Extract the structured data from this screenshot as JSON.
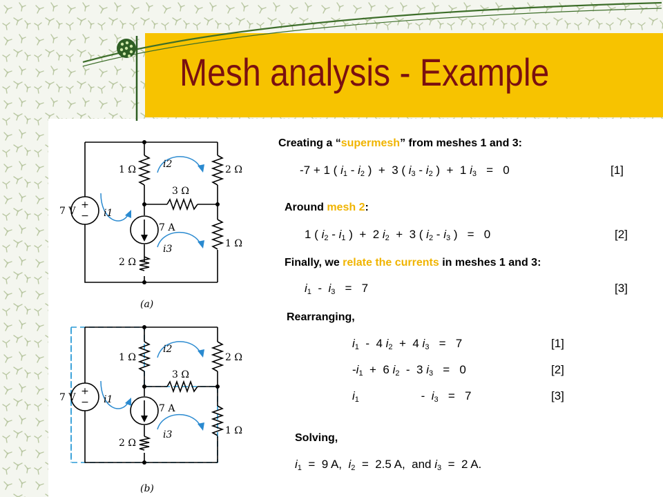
{
  "title": "Mesh analysis - Example",
  "colors": {
    "title_band": "#f7c300",
    "title_text": "#7a1010",
    "highlight": "#f0b400",
    "supermesh_dash": "#2a9ad6",
    "arrow": "#2a8ad0"
  },
  "circuits": {
    "a": {
      "caption": "(a)",
      "source": "7 V",
      "current_source": "7 A",
      "r_top_left": "1 Ω",
      "r_top_right": "2 Ω",
      "r_middle": "3 Ω",
      "r_bottom_left": "2 Ω",
      "r_bottom_right": "1 Ω",
      "mesh1": "i1",
      "mesh2": "i2",
      "mesh3": "i3"
    },
    "b": {
      "caption": "(b)",
      "source": "7 V",
      "current_source": "7 A",
      "r_top_left": "1 Ω",
      "r_top_right": "2 Ω",
      "r_middle": "3 Ω",
      "r_bottom_left": "2 Ω",
      "r_bottom_right": "1 Ω",
      "mesh1": "i1",
      "mesh2": "i2",
      "mesh3": "i3"
    }
  },
  "sections": {
    "supermesh_heading": {
      "prefix": "Creating a “",
      "highlight": "supermesh",
      "suffix": "” from  meshes 1 and 3:"
    },
    "eq1": {
      "tag": "[1]"
    },
    "mesh2_heading": {
      "prefix": "Around ",
      "highlight": "mesh 2",
      "suffix": ":"
    },
    "eq2": {
      "tag": "[2]"
    },
    "relate_heading": {
      "prefix": "Finally, we ",
      "highlight": "relate the currents",
      "suffix": " in meshes 1 and 3:"
    },
    "eq3": {
      "tag": "[3]"
    },
    "rearranging_heading": "Rearranging,",
    "r1": {
      "tag": "[1]"
    },
    "r2": {
      "tag": "[2]"
    },
    "r3": {
      "tag": "[3]"
    },
    "solving_heading": "Solving,"
  }
}
